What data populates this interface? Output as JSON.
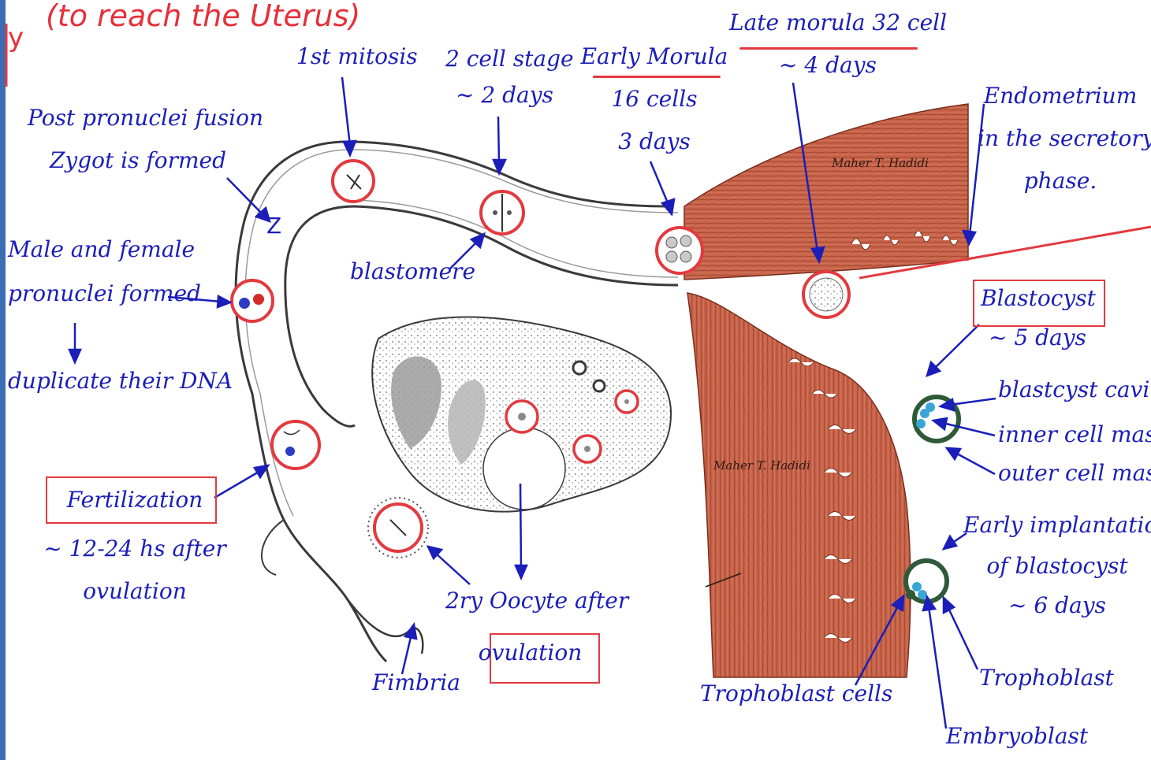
{
  "colors": {
    "label_blue": "#1b1eb8",
    "annotation_red": "#e23a3f",
    "uterine_wall": "#c8644a"
  },
  "annotations": {
    "handwritten_note": "(to reach the Uterus)",
    "handwritten_partial": "y"
  },
  "watermarks": [
    "Maher T. Hadidi",
    "Maher T. Hadidi"
  ],
  "labels": {
    "first_mitosis": "1st mitosis",
    "two_cell_stage": [
      "2 cell stage",
      "~ 2 days"
    ],
    "early_morula": [
      "Early Morula",
      "16 cells",
      "3 days"
    ],
    "late_morula": [
      "Late morula 32 cell",
      "~ 4 days"
    ],
    "endometrium": [
      "Endometrium",
      "in the secretory",
      "phase."
    ],
    "post_pronuclei": [
      "Post pronuclei fusion",
      "Zygot is formed"
    ],
    "z_marker": "Z",
    "pronuclei": [
      "Male and female",
      "pronuclei formed"
    ],
    "duplicate_dna": "duplicate their DNA",
    "blastomere": "blastomere",
    "blastocyst": [
      "Blastocyst",
      "~ 5 days"
    ],
    "blastocyst_cavity": "blastcyst cavity",
    "inner_cell_mass": "inner cell mass",
    "outer_cell_mass": "outer cell mass",
    "early_implantation": [
      "Early implantation",
      "of blastocyst",
      "~ 6 days"
    ],
    "fertilization": [
      "Fertilization",
      "~ 12-24 hs after",
      "ovulation"
    ],
    "secondary_oocyte": [
      "2ry Oocyte after",
      "ovulation"
    ],
    "fimbria": "Fimbria",
    "trophoblast_cells": "Trophoblast cells",
    "trophoblast": "Trophoblast",
    "embryoblast": "Embryoblast"
  }
}
